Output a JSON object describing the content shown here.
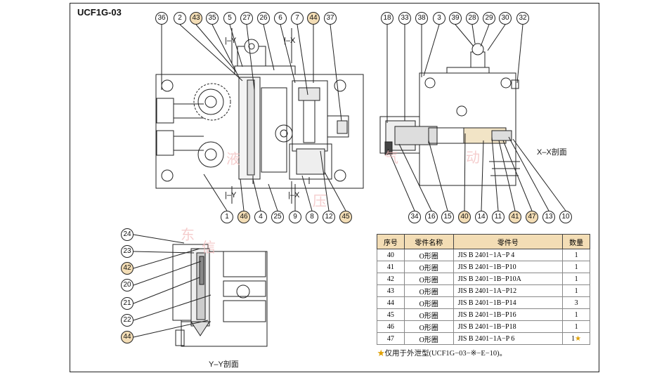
{
  "title": "UCF1G-03",
  "balloons": {
    "front_top": [
      "36",
      "2",
      "43",
      "35",
      "5",
      "27",
      "26",
      "6",
      "7",
      "44",
      "37"
    ],
    "front_bottom": [
      "1",
      "46",
      "4",
      "25",
      "9",
      "8",
      "12",
      "45"
    ],
    "side_top": [
      "18",
      "33",
      "38",
      "3",
      "39",
      "28",
      "29",
      "30",
      "32"
    ],
    "side_bottom": [
      "34",
      "16",
      "15",
      "40",
      "14",
      "11",
      "41",
      "47",
      "13",
      "10"
    ],
    "yy_left": [
      "24",
      "23",
      "42",
      "20",
      "21",
      "22",
      "44"
    ]
  },
  "highlighted": [
    "43",
    "44",
    "46",
    "45",
    "40",
    "41",
    "47",
    "42"
  ],
  "section_marks": {
    "y": "Y",
    "x": "X"
  },
  "captions": {
    "xx": "X–X剖面",
    "yy": "Y–Y剖面"
  },
  "table": {
    "headers": [
      "序号",
      "零件名称",
      "零件号",
      "数量"
    ],
    "rows": [
      [
        "40",
        "O形圈",
        "JIS B 2401−1A−P 4",
        "1"
      ],
      [
        "41",
        "O形圈",
        "JIS B 2401−1B−P10",
        "1"
      ],
      [
        "42",
        "O形圈",
        "JIS B 2401−1B−P10A",
        "1"
      ],
      [
        "43",
        "O形圈",
        "JIS B 2401−1A−P12",
        "1"
      ],
      [
        "44",
        "O形圈",
        "JIS B 2401−1B−P14",
        "3"
      ],
      [
        "45",
        "O形圈",
        "JIS B 2401−1B−P16",
        "1"
      ],
      [
        "46",
        "O形圈",
        "JIS B 2401−1B−P18",
        "1"
      ],
      [
        "47",
        "O形圈",
        "JIS B 2401−1A−P 6",
        "1"
      ]
    ],
    "star_mark": "★",
    "footnote": "仅用于外泄型(UCF1G−03−※−E−10)。"
  },
  "watermark": [
    "东",
    "信",
    "液",
    "压",
    "气",
    "动"
  ]
}
